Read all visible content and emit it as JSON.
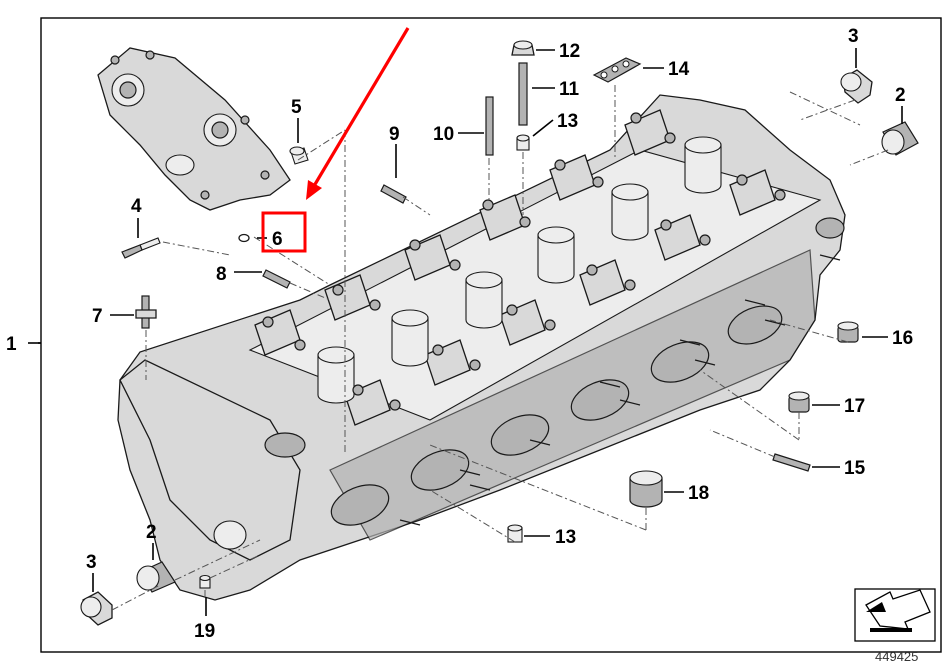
{
  "diagram": {
    "callouts": {
      "c1": "1",
      "c2a": "2",
      "c2b": "2",
      "c3a": "3",
      "c3b": "3",
      "c4": "4",
      "c5": "5",
      "c6": "6",
      "c7": "7",
      "c8": "8",
      "c9": "9",
      "c10": "10",
      "c11": "11",
      "c12": "12",
      "c13a": "13",
      "c13b": "13",
      "c14": "14",
      "c15": "15",
      "c16": "16",
      "c17": "17",
      "c18": "18",
      "c19": "19"
    },
    "reference_number": "449425",
    "highlight_color": "#ff0000"
  }
}
